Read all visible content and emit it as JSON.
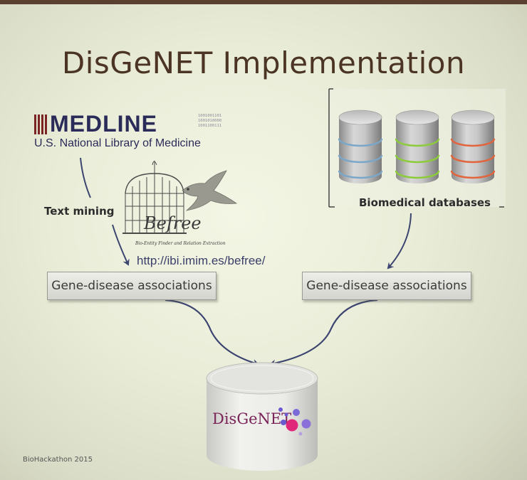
{
  "slide": {
    "title": "DisGeNET Implementation",
    "footer": "BioHackathon 2015"
  },
  "medline": {
    "wordmark": "MEDLINE",
    "binary": [
      "1001001101",
      "1001010000",
      "1001100111"
    ],
    "subtitle": "U.S. National Library of Medicine"
  },
  "befree": {
    "logo_text": "Befree",
    "tagline": "Bio-Entity Finder and Relation Extraction",
    "url": "http://ibi.imim.es/befree/"
  },
  "labels": {
    "text_mining": "Text mining",
    "biomedical_databases": "Biomedical databases"
  },
  "boxes": {
    "left": "Gene-disease associations",
    "right": "Gene-disease associations"
  },
  "databases": {
    "ring_colors": [
      "#7aa6c8",
      "#8ccc3a",
      "#e2643c"
    ]
  },
  "disgenet": {
    "logo_text": "DisGeNET",
    "colors": {
      "text": "#7a2458",
      "dots_blue": "#6a5ad0",
      "dots_pink": "#e0287a"
    }
  }
}
